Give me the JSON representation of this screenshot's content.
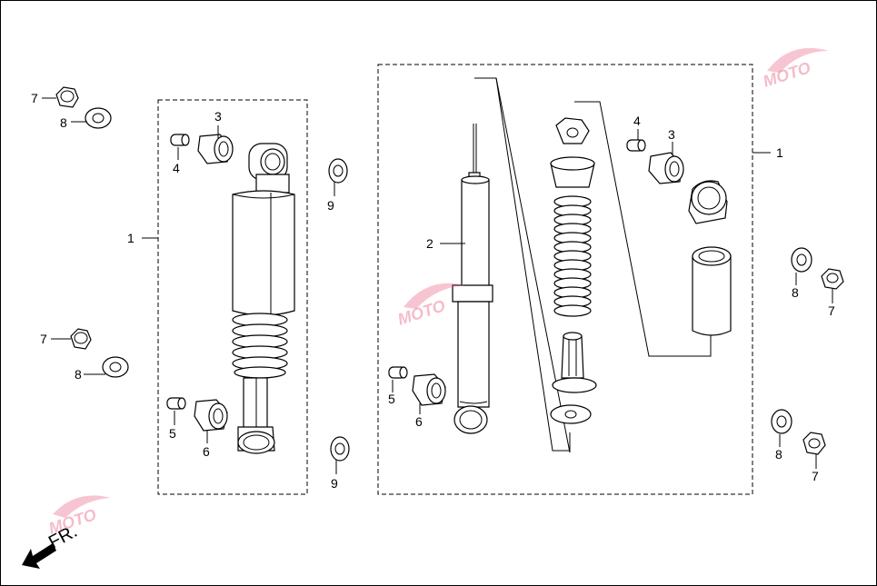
{
  "diagram": {
    "callouts": {
      "left_assembly": "1",
      "right_assembly": "1",
      "damper": "2",
      "bushing_top_left": "3",
      "bushing_top_right": "3",
      "collar_top_left": "4",
      "collar_top_right": "4",
      "collar_bottom_left": "5",
      "collar_bottom_right": "5",
      "bushing_bottom_left": "6",
      "bushing_bottom_right": "6",
      "nut_top_left": "7",
      "nut_mid_left": "7",
      "nut_upper_right": "7",
      "nut_lower_right": "7",
      "washer_top_left": "8",
      "washer_mid_left": "8",
      "washer_upper_right": "8",
      "washer_lower_right": "8",
      "washer_upper_center": "9",
      "washer_lower_center": "9"
    },
    "direction_label": "FR.",
    "watermark_text": "MOTO",
    "colors": {
      "line": "#000000",
      "background": "#ffffff",
      "watermark": "#e85a7a"
    }
  }
}
